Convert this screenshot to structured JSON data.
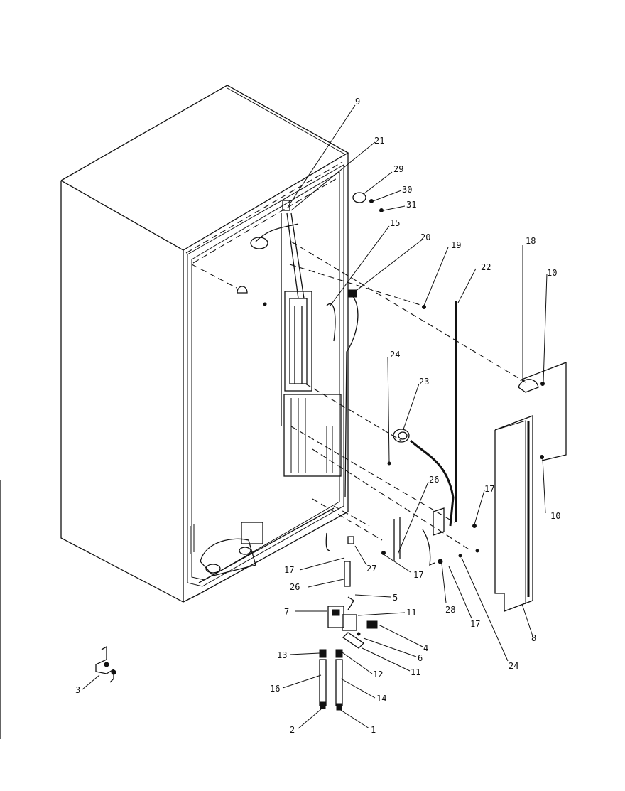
{
  "diagram": {
    "callouts": [
      {
        "id": "c1",
        "text": "1"
      },
      {
        "id": "c2",
        "text": "2"
      },
      {
        "id": "c3",
        "text": "3"
      },
      {
        "id": "c4",
        "text": "4"
      },
      {
        "id": "c5",
        "text": "5"
      },
      {
        "id": "c6",
        "text": "6"
      },
      {
        "id": "c7",
        "text": "7"
      },
      {
        "id": "c8",
        "text": "8"
      },
      {
        "id": "c9",
        "text": "9"
      },
      {
        "id": "c10a",
        "text": "10"
      },
      {
        "id": "c10b",
        "text": "10"
      },
      {
        "id": "c11a",
        "text": "11"
      },
      {
        "id": "c11b",
        "text": "11"
      },
      {
        "id": "c12",
        "text": "12"
      },
      {
        "id": "c13",
        "text": "13"
      },
      {
        "id": "c14",
        "text": "14"
      },
      {
        "id": "c15",
        "text": "15"
      },
      {
        "id": "c16",
        "text": "16"
      },
      {
        "id": "c17a",
        "text": "17"
      },
      {
        "id": "c17b",
        "text": "17"
      },
      {
        "id": "c17c",
        "text": "17"
      },
      {
        "id": "c17d",
        "text": "17"
      },
      {
        "id": "c18",
        "text": "18"
      },
      {
        "id": "c19",
        "text": "19"
      },
      {
        "id": "c20",
        "text": "20"
      },
      {
        "id": "c21",
        "text": "21"
      },
      {
        "id": "c22",
        "text": "22"
      },
      {
        "id": "c23",
        "text": "23"
      },
      {
        "id": "c24a",
        "text": "24"
      },
      {
        "id": "c24b",
        "text": "24"
      },
      {
        "id": "c26a",
        "text": "26"
      },
      {
        "id": "c26b",
        "text": "26"
      },
      {
        "id": "c27",
        "text": "27"
      },
      {
        "id": "c28",
        "text": "28"
      },
      {
        "id": "c29",
        "text": "29"
      },
      {
        "id": "c30",
        "text": "30"
      },
      {
        "id": "c31",
        "text": "31"
      }
    ]
  }
}
